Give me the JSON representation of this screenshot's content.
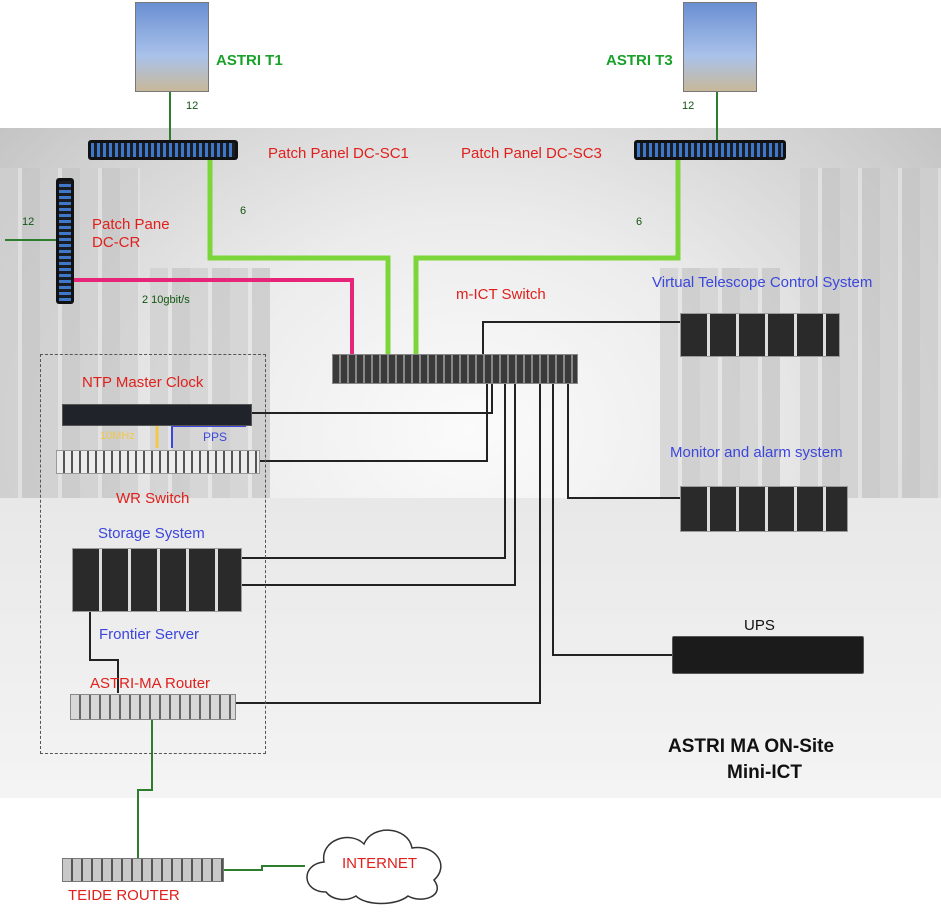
{
  "labels": {
    "astri_t1": "ASTRI T1",
    "astri_t3": "ASTRI T3",
    "patch_sc1": "Patch Panel DC-SC1",
    "patch_sc3": "Patch Panel DC-SC3",
    "patch_cr": "Patch Pane\nDC-CR",
    "mict_switch": "m-ICT Switch",
    "vtcs": "Virtual Telescope Control System",
    "ntp": "NTP Master Clock",
    "tenmhz": "10MHz",
    "pps": "PPS",
    "wr_switch": "WR Switch",
    "monitor": "Monitor and alarm system",
    "storage": "Storage System",
    "frontier": "Frontier Server",
    "ups": "UPS",
    "router": "ASTRI-MA  Router",
    "title_line1": "ASTRI MA ON-Site",
    "title_line2": "Mini-ICT",
    "internet": "INTERNET",
    "teide": "TEIDE ROUTER"
  },
  "link_counts": {
    "t1": "12",
    "t3": "12",
    "sc1_switch": "6",
    "sc3_switch": "6",
    "cr_left": "12",
    "cr_switch": "2 10gbit/s"
  },
  "colors": {
    "fiber_green": "#7cd63a",
    "fiber_pink": "#e8247a",
    "cable_dark_green": "#2e7d2e",
    "cable_black": "#222222",
    "pps_blue": "#3b46dc",
    "tenmhz_yellow": "#f0c84a"
  }
}
